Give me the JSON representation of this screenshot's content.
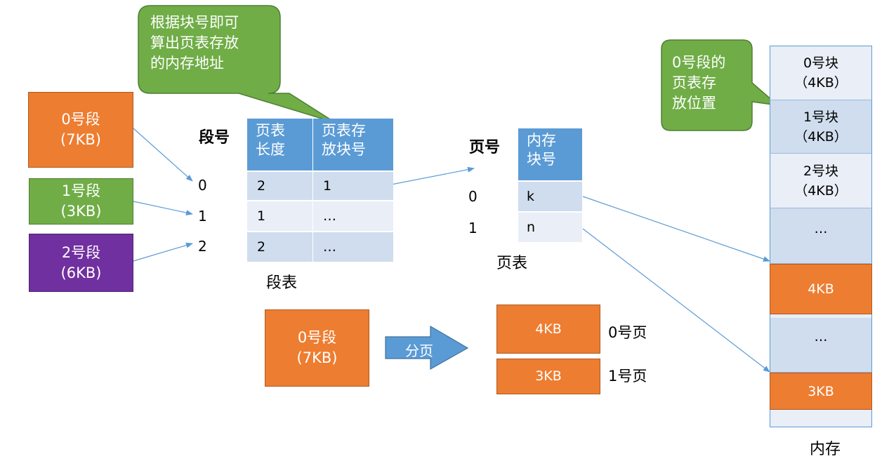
{
  "segments": [
    {
      "name": "0号段",
      "size": "(7KB)"
    },
    {
      "name": "1号段",
      "size": "(3KB)"
    },
    {
      "name": "2号段",
      "size": "(6KB)"
    }
  ],
  "callout_top": {
    "lines": [
      "根据块号即可",
      "算出页表存放",
      "的内存地址"
    ]
  },
  "callout_right": {
    "lines": [
      "0号段的",
      "页表存",
      "放位置"
    ]
  },
  "segment_table": {
    "seg_no_label": "段号",
    "headers": [
      [
        "页表",
        "长度"
      ],
      [
        "页表存",
        "放块号"
      ]
    ],
    "row_indices": [
      "0",
      "1",
      "2"
    ],
    "rows": [
      [
        "2",
        "1"
      ],
      [
        "1",
        "…"
      ],
      [
        "2",
        "…"
      ]
    ],
    "caption": "段表"
  },
  "page_table": {
    "page_no_label": "页号",
    "header": [
      "内存",
      "块号"
    ],
    "row_indices": [
      "0",
      "1"
    ],
    "rows": [
      "k",
      "n"
    ],
    "caption": "页表"
  },
  "split": {
    "segment_name": "0号段",
    "segment_size": "(7KB)",
    "arrow_label": "分页",
    "pages": [
      {
        "size": "4KB",
        "label": "0号页"
      },
      {
        "size": "3KB",
        "label": "1号页"
      }
    ]
  },
  "memory": {
    "blocks": [
      {
        "lines": [
          "0号块",
          "（4KB）"
        ]
      },
      {
        "lines": [
          "1号块",
          "（4KB）"
        ]
      },
      {
        "lines": [
          "2号块",
          "（4KB）"
        ]
      },
      {
        "lines": [
          "…"
        ]
      },
      {
        "lines": [
          "4KB"
        ]
      },
      {
        "lines": [
          "…"
        ]
      },
      {
        "lines": [
          "3KB"
        ]
      }
    ],
    "caption": "内存"
  },
  "colors": {
    "orange": "#ED7D31",
    "green": "#70AD47",
    "purple": "#7030A0",
    "blue": "#5B9BD5"
  }
}
